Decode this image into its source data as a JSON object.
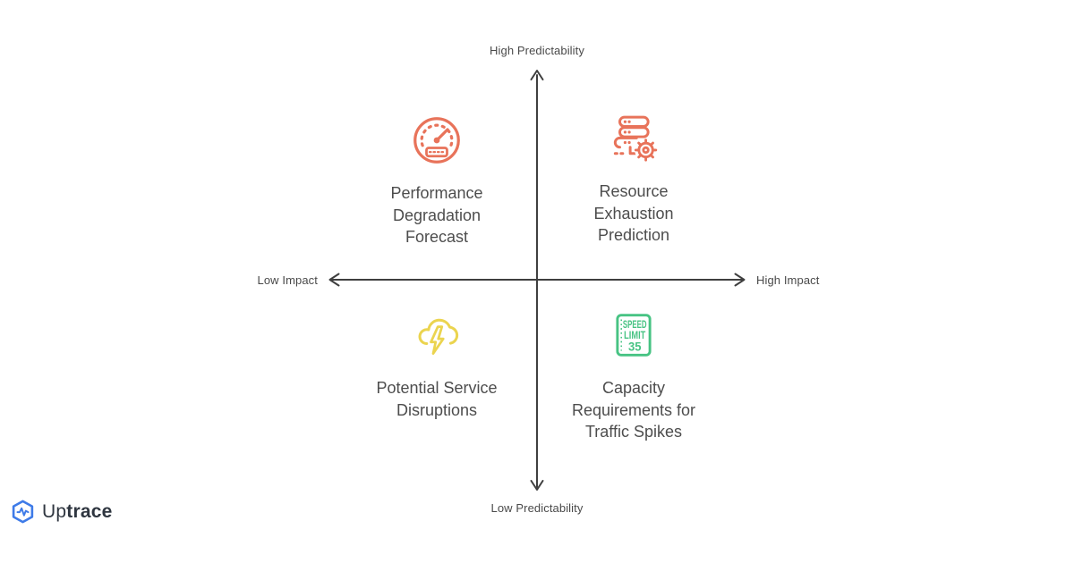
{
  "axes": {
    "vertical_top_label": "High Predictability",
    "vertical_bottom_label": "Low Predictability",
    "horizontal_left_label": "Low Impact",
    "horizontal_right_label": "High Impact",
    "line_color": "#3f3f3f"
  },
  "quadrants": [
    {
      "position": "top-left",
      "icon": "gauge-icon",
      "icon_color": "#e8735a",
      "label": "Performance\nDegradation\nForecast"
    },
    {
      "position": "top-right",
      "icon": "server-gear-icon",
      "icon_color": "#e8735a",
      "label": "Resource\nExhaustion\nPrediction"
    },
    {
      "position": "bottom-left",
      "icon": "storm-cloud-lightning-icon",
      "icon_color": "#ebd44f",
      "label": "Potential Service\nDisruptions"
    },
    {
      "position": "bottom-right",
      "icon": "speed-limit-sign-icon",
      "icon_color": "#47c383",
      "label": "Capacity\nRequirements for\nTraffic Spikes",
      "sign_lines": [
        "SPEED",
        "LIMIT",
        "35"
      ]
    }
  ],
  "logo": {
    "brand_regular": "Up",
    "brand_bold": "trace",
    "icon_color": "#3e7be8",
    "text_color": "#2f3640"
  }
}
